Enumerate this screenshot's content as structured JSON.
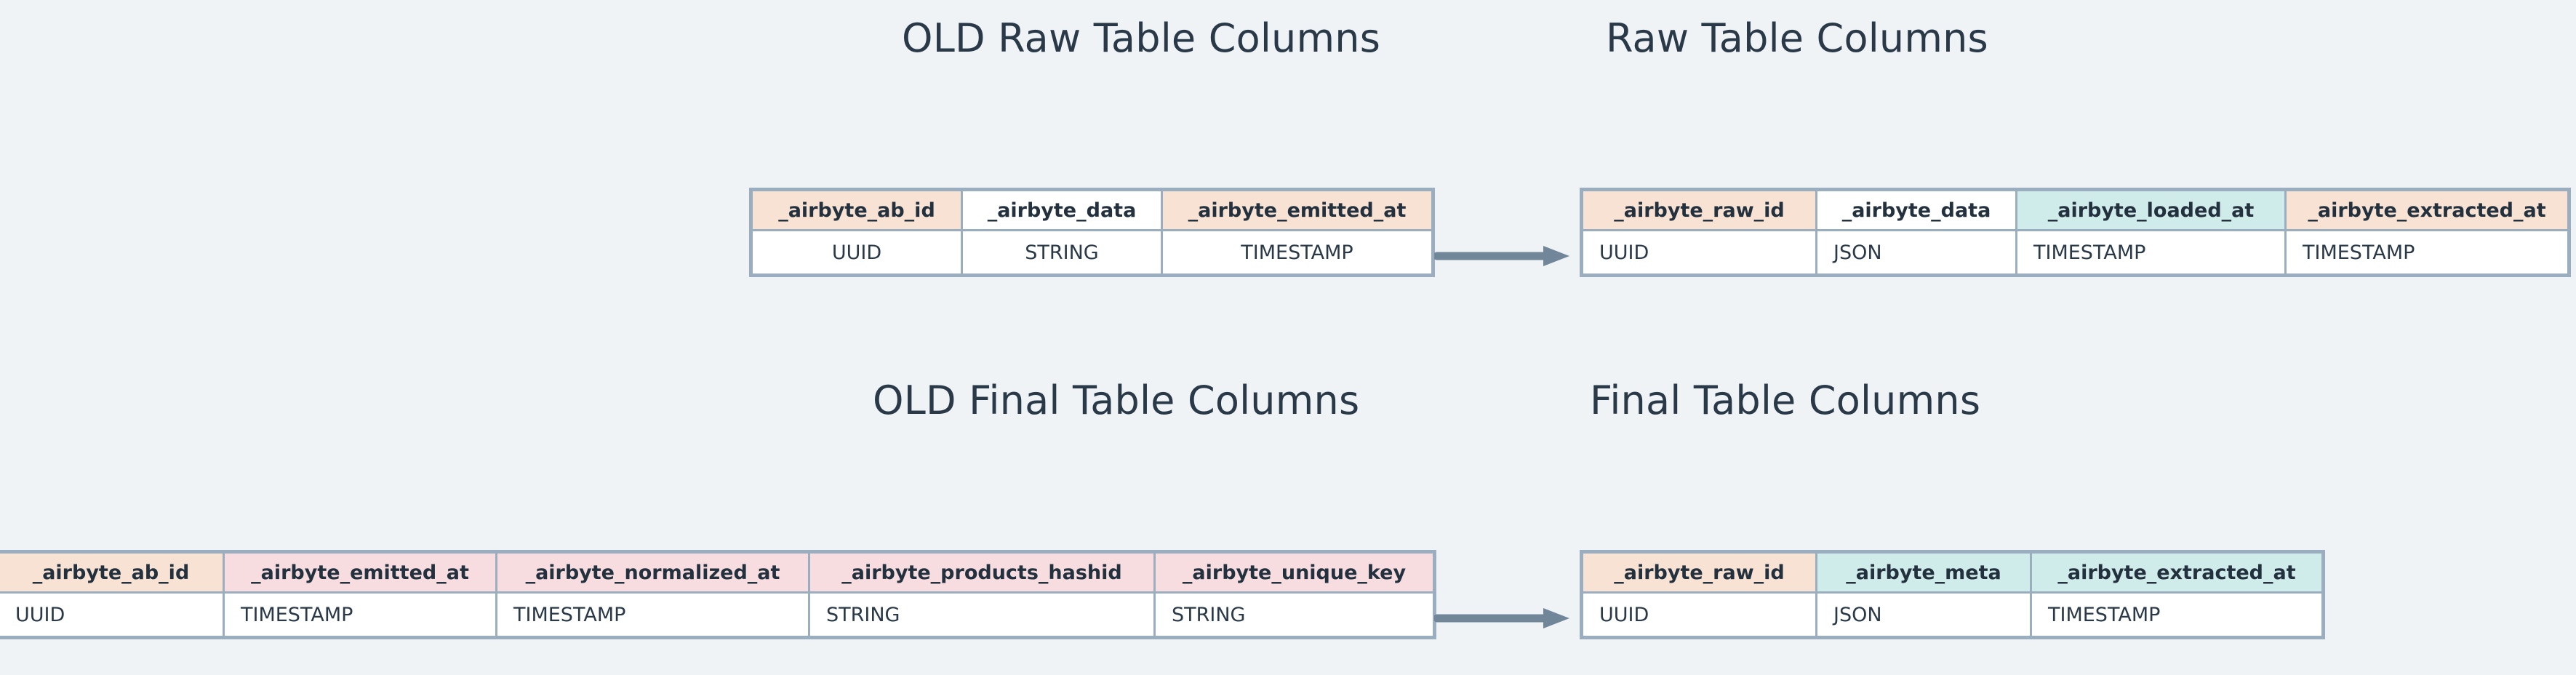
{
  "background_color": "#EFF3F6",
  "palette": {
    "peach": "#F8E2D4",
    "teal": "#D0ECEA",
    "pink": "#F7DCE0",
    "white": "#FFFFFF",
    "border": "#9BAEC0",
    "text": "#2A3948",
    "arrow": "#72869A"
  },
  "sections": {
    "old_raw": {
      "title": "OLD Raw Table Columns",
      "columns": [
        {
          "name": "_airbyte_ab_id",
          "type": "UUID",
          "header_tint": "peach",
          "type_tint": "white"
        },
        {
          "name": "_airbyte_data",
          "type": "STRING",
          "header_tint": "white",
          "type_tint": "peach"
        },
        {
          "name": "_airbyte_emitted_at",
          "type": "TIMESTAMP",
          "header_tint": "peach",
          "type_tint": "white"
        }
      ]
    },
    "new_raw": {
      "title": "Raw Table Columns",
      "columns": [
        {
          "name": "_airbyte_raw_id",
          "type": "UUID",
          "header_tint": "peach",
          "type_tint": "white"
        },
        {
          "name": "_airbyte_data",
          "type": "JSON",
          "header_tint": "white",
          "type_tint": "peach"
        },
        {
          "name": "_airbyte_loaded_at",
          "type": "TIMESTAMP",
          "header_tint": "teal",
          "type_tint": "white"
        },
        {
          "name": "_airbyte_extracted_at",
          "type": "TIMESTAMP",
          "header_tint": "peach",
          "type_tint": "white"
        }
      ]
    },
    "old_final": {
      "title": "OLD Final Table Columns",
      "columns": [
        {
          "name": "_airbyte_ab_id",
          "type": "UUID",
          "header_tint": "peach",
          "type_tint": "white"
        },
        {
          "name": "_airbyte_emitted_at",
          "type": "TIMESTAMP",
          "header_tint": "pink",
          "type_tint": "white"
        },
        {
          "name": "_airbyte_normalized_at",
          "type": "TIMESTAMP",
          "header_tint": "pink",
          "type_tint": "white"
        },
        {
          "name": "_airbyte_products_hashid",
          "type": "STRING",
          "header_tint": "pink",
          "type_tint": "white"
        },
        {
          "name": "_airbyte_unique_key",
          "type": "STRING",
          "header_tint": "pink",
          "type_tint": "white"
        }
      ]
    },
    "new_final": {
      "title": "Final Table Columns",
      "columns": [
        {
          "name": "_airbyte_raw_id",
          "type": "UUID",
          "header_tint": "peach",
          "type_tint": "white"
        },
        {
          "name": "_airbyte_meta",
          "type": "JSON",
          "header_tint": "teal",
          "type_tint": "white"
        },
        {
          "name": "_airbyte_extracted_at",
          "type": "TIMESTAMP",
          "header_tint": "teal",
          "type_tint": "white"
        }
      ]
    }
  },
  "arrows": [
    {
      "id": "arrow-raw",
      "from": "old_raw",
      "to": "new_raw",
      "direction": "right"
    },
    {
      "id": "arrow-final",
      "from": "old_final",
      "to": "new_final",
      "direction": "right"
    }
  ]
}
